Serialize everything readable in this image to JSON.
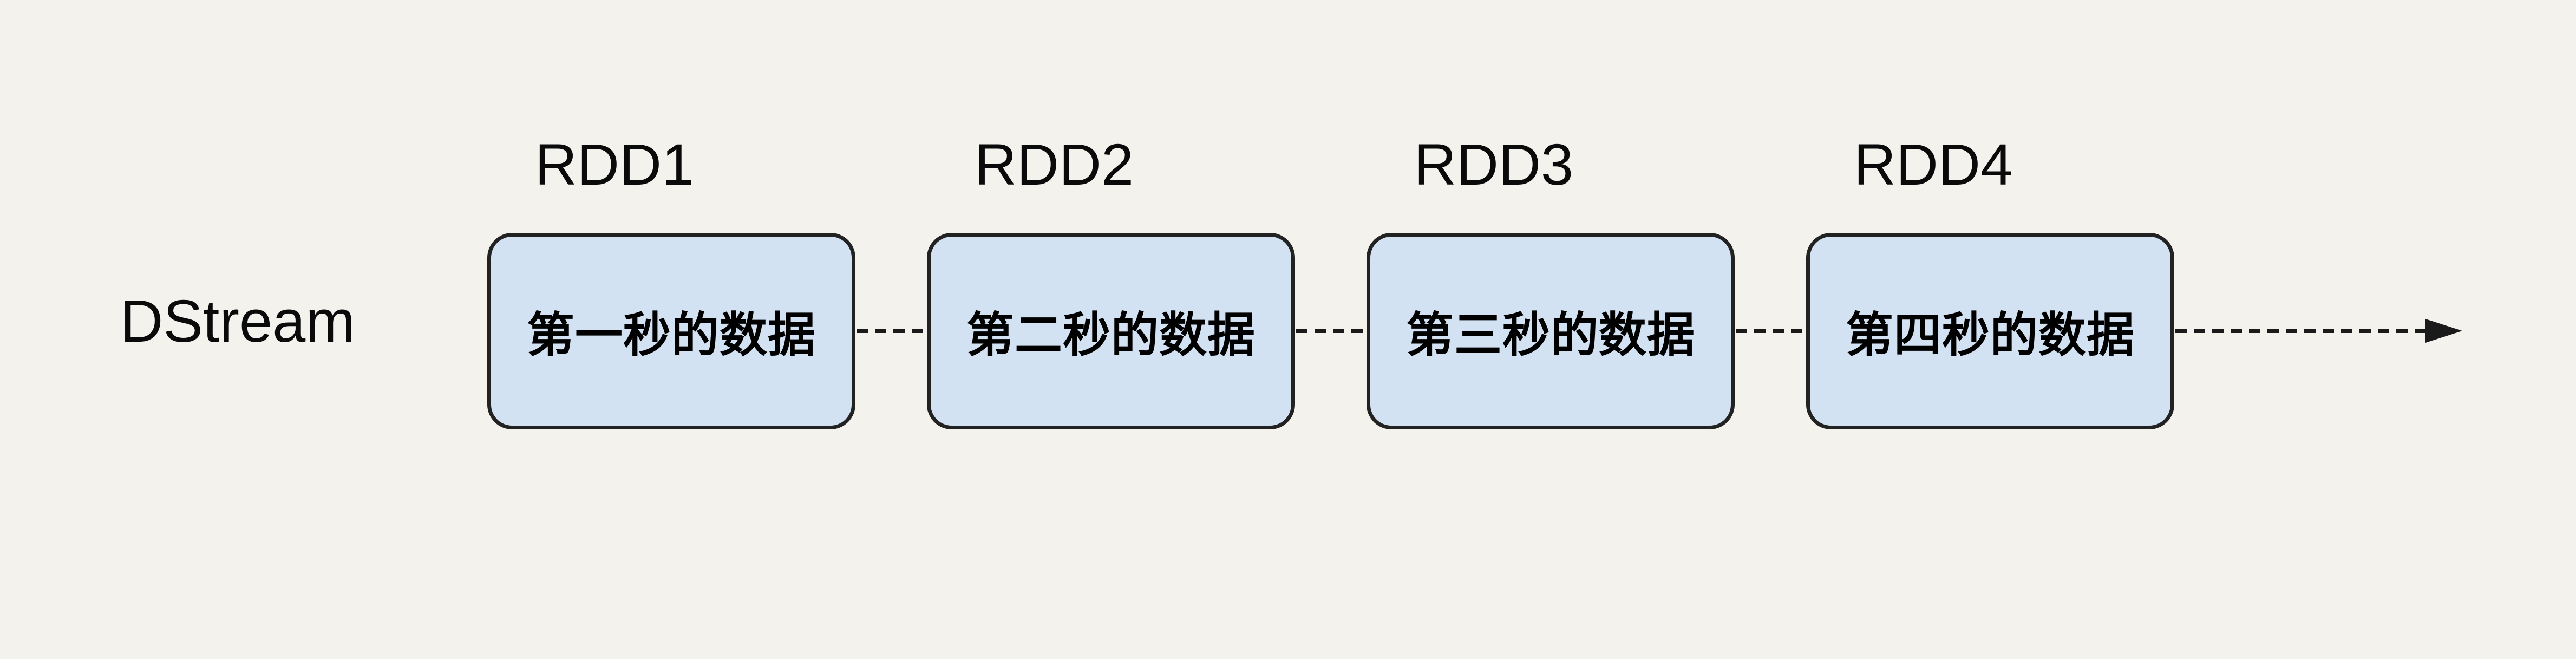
{
  "diagram": {
    "stream_label": "DStream",
    "nodes": [
      {
        "title": "RDD1",
        "box_text": "第一秒的数据"
      },
      {
        "title": "RDD2",
        "box_text": "第二秒的数据"
      },
      {
        "title": "RDD3",
        "box_text": "第三秒的数据"
      },
      {
        "title": "RDD4",
        "box_text": "第四秒的数据"
      }
    ],
    "arrow_icon": "dashed-right-arrow",
    "colors": {
      "background": "#f3f2ed",
      "box_fill": "#d3e2f2",
      "box_border": "#222222",
      "text": "#0a0a0a",
      "connector": "#1a1a1a"
    }
  }
}
